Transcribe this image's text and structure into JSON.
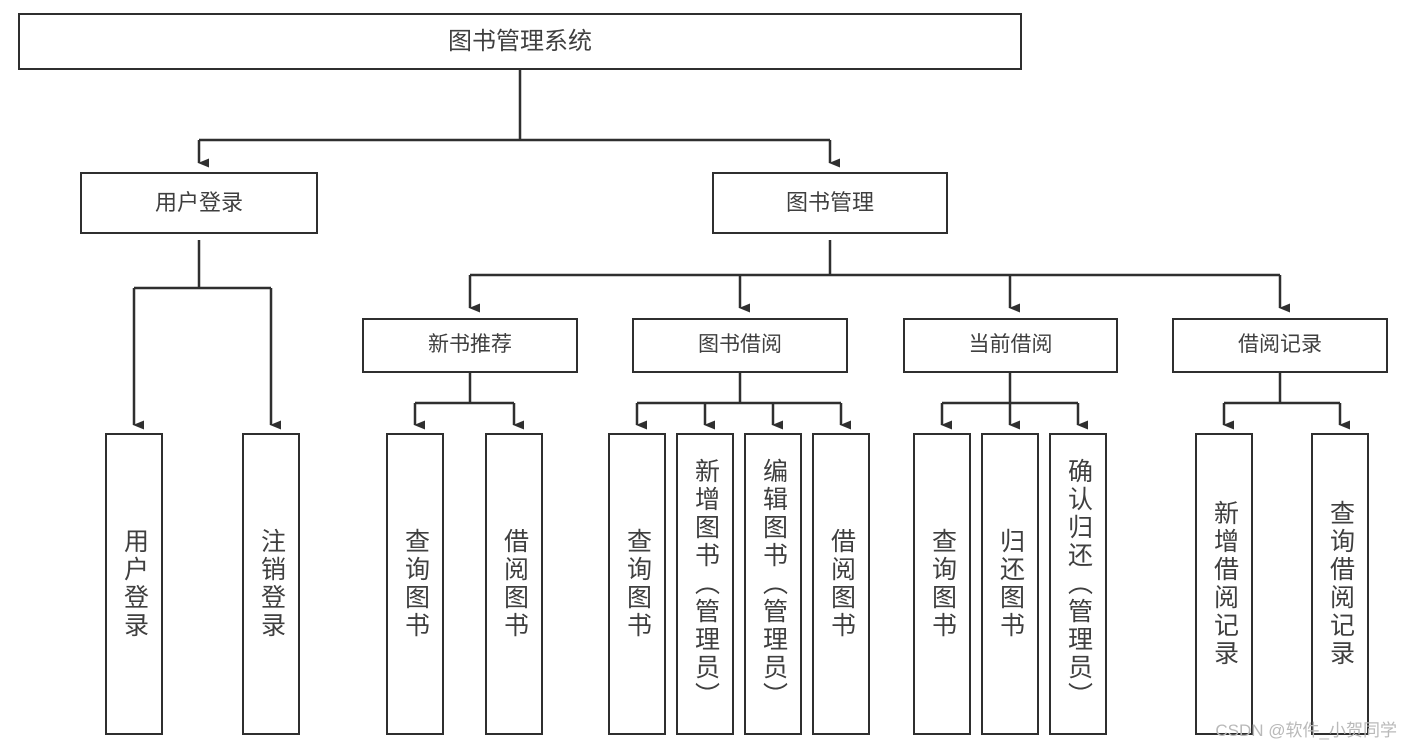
{
  "diagram": {
    "type": "tree",
    "title": "图书管理系统",
    "root": {
      "label": "图书管理系统"
    },
    "level2": [
      {
        "label": "用户登录"
      },
      {
        "label": "图书管理"
      }
    ],
    "level3": [
      {
        "label": "新书推荐"
      },
      {
        "label": "图书借阅"
      },
      {
        "label": "当前借阅"
      },
      {
        "label": "借阅记录"
      }
    ],
    "leaves": {
      "user_login": [
        {
          "label": "用户登录"
        },
        {
          "label": "注销登录"
        }
      ],
      "new_book_recommend": [
        {
          "label": "查询图书"
        },
        {
          "label": "借阅图书"
        }
      ],
      "book_borrow": [
        {
          "label": "查询图书"
        },
        {
          "label": "新增图书（管理员）"
        },
        {
          "label": "编辑图书（管理员）"
        },
        {
          "label": "借阅图书"
        }
      ],
      "current_borrow": [
        {
          "label": "查询图书"
        },
        {
          "label": "归还图书"
        },
        {
          "label": "确认归还（管理员）"
        }
      ],
      "borrow_records": [
        {
          "label": "新增借阅记录"
        },
        {
          "label": "查询借阅记录"
        }
      ]
    }
  },
  "watermark": {
    "text": "CSDN @软件_小贺同学"
  },
  "colors": {
    "box_border": "#2f2f2f",
    "box_fill": "#ffffff",
    "text": "#3f3f3f",
    "wire": "#2f2f2f",
    "watermark": "#b9b9b9"
  }
}
